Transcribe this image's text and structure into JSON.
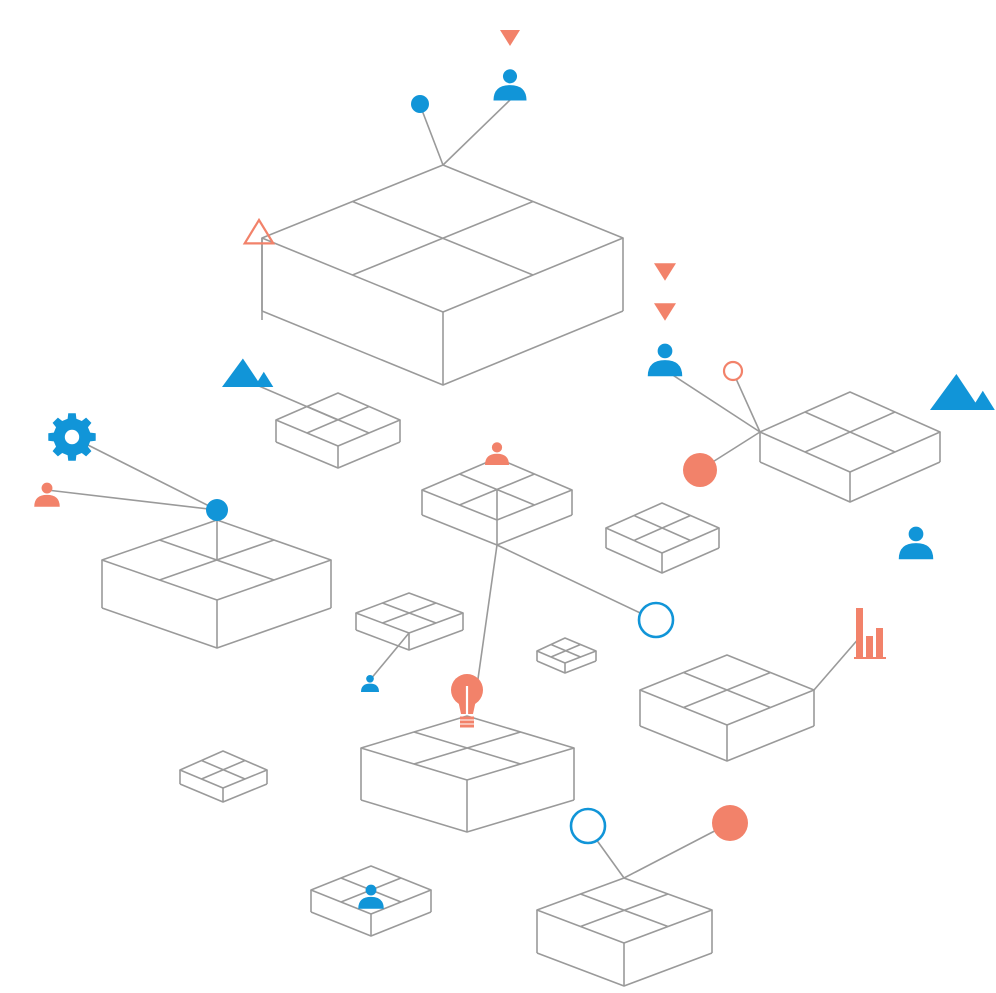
{
  "palette": {
    "blue": "#1195d8",
    "orange": "#f2826a",
    "line": "#9a9a9a",
    "background": "#ffffff"
  },
  "diagram": {
    "kind": "isometric-network-illustration",
    "boxes": [
      {
        "id": "box-main-top"
      },
      {
        "id": "box-small-upper-left"
      },
      {
        "id": "box-right-upper"
      },
      {
        "id": "box-center"
      },
      {
        "id": "box-left-large"
      },
      {
        "id": "box-right-mid-small"
      },
      {
        "id": "box-center-small"
      },
      {
        "id": "box-tiny-center"
      },
      {
        "id": "box-right-lower"
      },
      {
        "id": "box-center-bottom"
      },
      {
        "id": "box-left-bottom-small"
      },
      {
        "id": "box-bottom-user"
      },
      {
        "id": "box-bottom-right"
      }
    ],
    "icons": [
      {
        "id": "user-top",
        "type": "user-icon",
        "color": "blue"
      },
      {
        "id": "triangle-down-top",
        "type": "triangle-down-icon",
        "color": "orange"
      },
      {
        "id": "dot-top",
        "type": "filled-circle-icon",
        "color": "blue"
      },
      {
        "id": "triangle-outline",
        "type": "triangle-outline-icon",
        "color": "orange"
      },
      {
        "id": "mountain-left",
        "type": "mountain-icon",
        "color": "blue"
      },
      {
        "id": "gear",
        "type": "gear-icon",
        "color": "blue"
      },
      {
        "id": "user-left",
        "type": "user-icon",
        "color": "orange"
      },
      {
        "id": "hub-dot-left",
        "type": "filled-circle-icon",
        "color": "blue"
      },
      {
        "id": "user-center",
        "type": "user-icon",
        "color": "orange"
      },
      {
        "id": "triangle-down-right-1",
        "type": "triangle-down-icon",
        "color": "orange"
      },
      {
        "id": "triangle-down-right-2",
        "type": "triangle-down-icon",
        "color": "orange"
      },
      {
        "id": "user-right",
        "type": "user-icon",
        "color": "blue"
      },
      {
        "id": "ring-small-right",
        "type": "ring-icon",
        "color": "orange"
      },
      {
        "id": "dot-large-right",
        "type": "filled-circle-icon",
        "color": "orange"
      },
      {
        "id": "mountain-right",
        "type": "mountain-icon",
        "color": "blue"
      },
      {
        "id": "user-far-right",
        "type": "user-icon",
        "color": "blue"
      },
      {
        "id": "ring-center-right",
        "type": "ring-icon",
        "color": "blue"
      },
      {
        "id": "bar-chart",
        "type": "bar-chart-icon",
        "color": "orange"
      },
      {
        "id": "user-small-left",
        "type": "user-icon",
        "color": "blue"
      },
      {
        "id": "lightbulb",
        "type": "lightbulb-icon",
        "color": "orange"
      },
      {
        "id": "ring-bottom",
        "type": "ring-icon",
        "color": "blue"
      },
      {
        "id": "dot-bottom-right",
        "type": "filled-circle-icon",
        "color": "orange"
      },
      {
        "id": "user-bottom",
        "type": "user-icon",
        "color": "blue"
      }
    ]
  }
}
